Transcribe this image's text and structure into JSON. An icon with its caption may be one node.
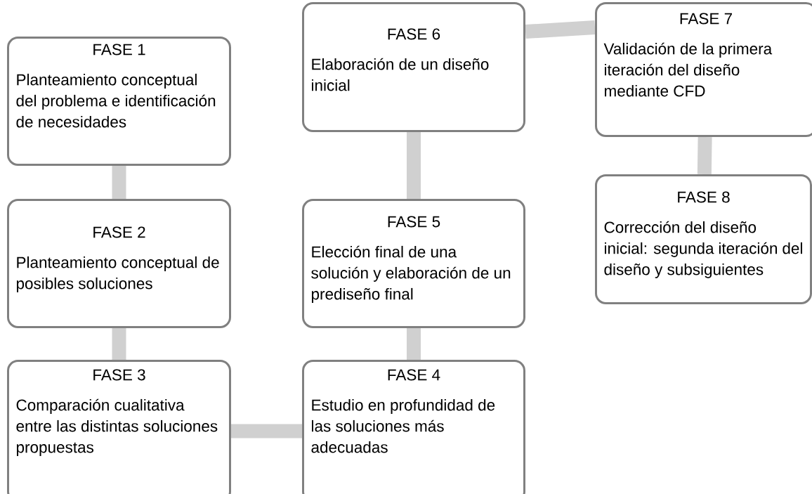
{
  "diagram": {
    "nodes": [
      {
        "text": [
          "FASE 1",
          "Planteamiento conceptual del problema e identificación de necesidades"
        ]
      },
      {
        "text": [
          "FASE 2",
          "Planteamiento conceptual de posibles soluciones"
        ]
      },
      {
        "text": [
          "FASE 3",
          "Comparación cualitativa entre las distintas soluciones propuestas"
        ]
      },
      {
        "text": [
          "FASE 4",
          "Estudio en profundidad de las soluciones más adecuadas"
        ]
      },
      {
        "text": [
          "FASE 5",
          "Elección final de una solución y elaboración de un prediseño final"
        ]
      },
      {
        "text": [
          "FASE 6",
          "Elaboración de un diseño inicial"
        ]
      },
      {
        "text": [
          "FASE 7",
          "Validación de la primera iteración del diseño mediante CFD"
        ]
      },
      {
        "text": [
          "FASE 8",
          "Corrección del diseño inicial: segunda iteración del diseño y subsiguientes"
        ]
      }
    ],
    "edges": [
      {
        "from": 0,
        "to": 1,
        "arrow": "none"
      },
      {
        "from": 1,
        "to": 2,
        "arrow": "none"
      },
      {
        "from": 2,
        "to": 3,
        "arrow": "none"
      },
      {
        "from": 3,
        "to": 4,
        "arrow": "none"
      },
      {
        "from": 4,
        "to": 5,
        "arrow": "none"
      },
      {
        "from": 5,
        "to": 6,
        "arrow": "none"
      },
      {
        "from": 6,
        "to": 7,
        "arrow": "none"
      }
    ]
  }
}
